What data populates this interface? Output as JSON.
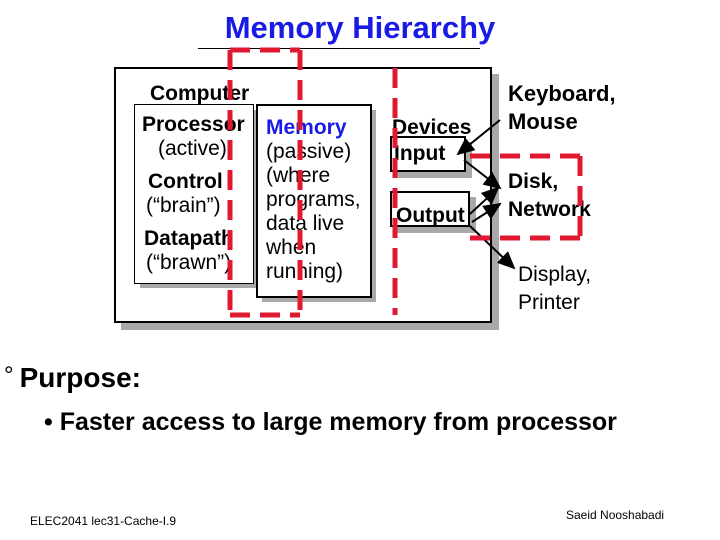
{
  "title": "Memory Hierarchy",
  "diagram": {
    "computer": "Computer",
    "processor": {
      "name": "Processor",
      "lines": [
        "(active)",
        "Control",
        "(“brain”)",
        "Datapath",
        "(“brawn”)"
      ]
    },
    "memory": {
      "name": "Memory",
      "lines": [
        "(passive)",
        "(where",
        "programs,",
        "data live",
        "when",
        "running)"
      ]
    },
    "devices": {
      "name": "Devices",
      "input": "Input",
      "output": "Output"
    },
    "peripherals": {
      "keyboard_mouse": [
        "Keyboard,",
        "Mouse"
      ],
      "disk_network": [
        "Disk,",
        "Network"
      ],
      "display_printer": [
        "Display,",
        "Printer"
      ]
    }
  },
  "bullets": {
    "main": "Purpose:",
    "marker": "°",
    "sub": "Faster access to large memory from processor",
    "sub_marker": "•"
  },
  "footer": {
    "left": "ELEC2041 lec31-Cache-I.9",
    "right": "Saeid Nooshabadi"
  },
  "colors": {
    "title": "#1a1ae6",
    "dashed_lines": "#e01830",
    "shadow": "#a9a9a9"
  }
}
